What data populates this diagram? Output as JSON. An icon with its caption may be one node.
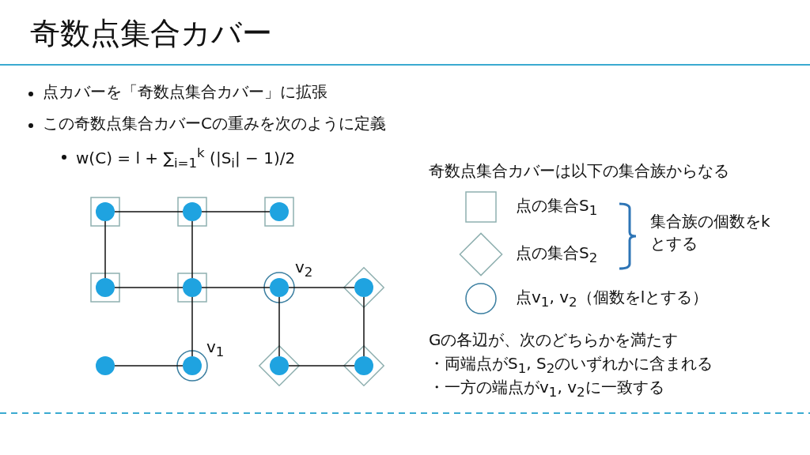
{
  "diagram": {
    "title": "奇数点集合カバー",
    "nodes": [
      {
        "text": [],
        "shape": "circle"
      },
      {
        "text": [],
        "shape": "circle"
      },
      {
        "text": [],
        "shape": "circle"
      },
      {
        "text": [],
        "shape": "circle"
      },
      {
        "text": [],
        "shape": "circle"
      },
      {
        "text": [],
        "shape": "circle",
        "beside": [
          "v$_{2}$"
        ]
      },
      {
        "text": [],
        "shape": "circle"
      },
      {
        "text": [],
        "shape": "circle"
      },
      {
        "text": [],
        "shape": "circle",
        "beside": [
          "v$_{1}$"
        ]
      },
      {
        "text": [],
        "shape": "circle"
      },
      {
        "text": [],
        "shape": "circle"
      }
    ],
    "edges": [
      {
        "from": 0,
        "to": 1,
        "arrow": "none"
      },
      {
        "from": 1,
        "to": 2,
        "arrow": "none"
      },
      {
        "from": 0,
        "to": 3,
        "arrow": "none"
      },
      {
        "from": 1,
        "to": 4,
        "arrow": "none"
      },
      {
        "from": 3,
        "to": 4,
        "arrow": "none"
      },
      {
        "from": 4,
        "to": 5,
        "arrow": "none"
      },
      {
        "from": 5,
        "to": 6,
        "arrow": "none"
      },
      {
        "from": 4,
        "to": 8,
        "arrow": "none"
      },
      {
        "from": 5,
        "to": 9,
        "arrow": "none"
      },
      {
        "from": 6,
        "to": 10,
        "arrow": "none"
      },
      {
        "from": 7,
        "to": 8,
        "arrow": "none"
      },
      {
        "from": 9,
        "to": 10,
        "arrow": "none"
      }
    ],
    "labels": [
      "点カバーを「奇数点集合カバー」に拡張",
      "この奇数点集合カバーCの重みを次のように定義",
      "w(C) = l + ∑$_{i=1}$$^{k}$ (|S$_{i}$| − 1)/2",
      "奇数点集合カバーは以下の集合族からなる",
      "集合族の個数をkとする",
      "Gの各辺が、次のどちらかを満たす",
      "・両端点がS$_{1}$, S$_{2}$のいずれかに含まれる",
      "・一方の端点がv$_{1}$, v$_{2}$に一致する"
    ],
    "legend": [
      {
        "text": "点の集合S$_{1}$"
      },
      {
        "text": "点の集合S$_{2}$"
      },
      {
        "text": "点v$_{1}$, v$_{2}$（個数をlとする）"
      }
    ]
  }
}
